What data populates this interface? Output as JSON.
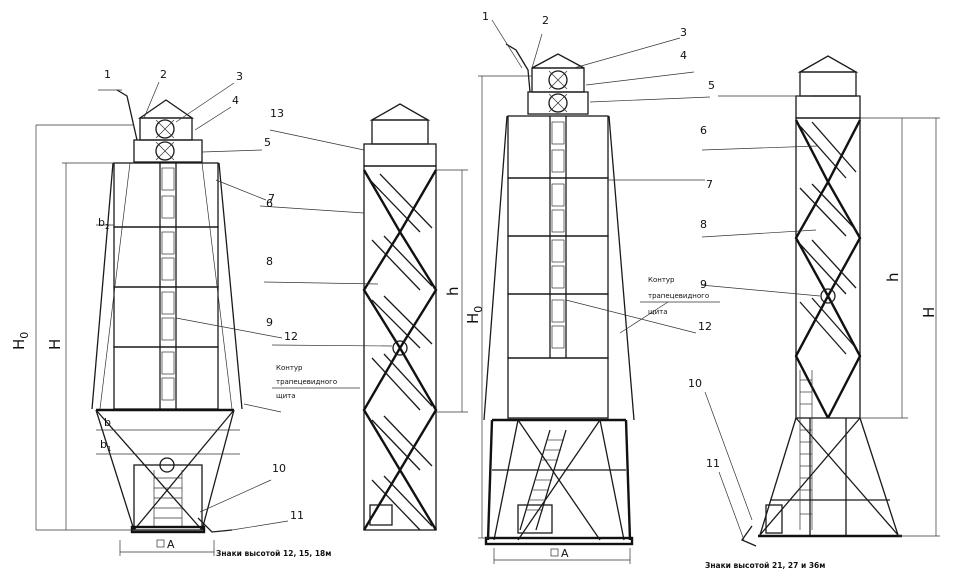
{
  "callouts": {
    "left": [
      "1",
      "2",
      "3",
      "4",
      "5",
      "6",
      "7",
      "8",
      "9",
      "10",
      "11",
      "12",
      "13"
    ],
    "right": [
      "1",
      "2",
      "3",
      "4",
      "5",
      "6",
      "7",
      "8",
      "9",
      "10",
      "11",
      "12"
    ]
  },
  "dims": {
    "H0": "H",
    "H0_sub": "0",
    "H": "H",
    "h": "h",
    "b": "b",
    "b1": "b",
    "b1_sub": "1",
    "b2": "b",
    "b2_sub": "2",
    "A": "A"
  },
  "contour_note": {
    "line1": "Контур",
    "line2": "трапецевидного",
    "line3": "щита"
  },
  "captions": {
    "left": "Знаки высотой 12, 15, 18м",
    "right": "Знаки высотой 21, 27 и 36м"
  }
}
